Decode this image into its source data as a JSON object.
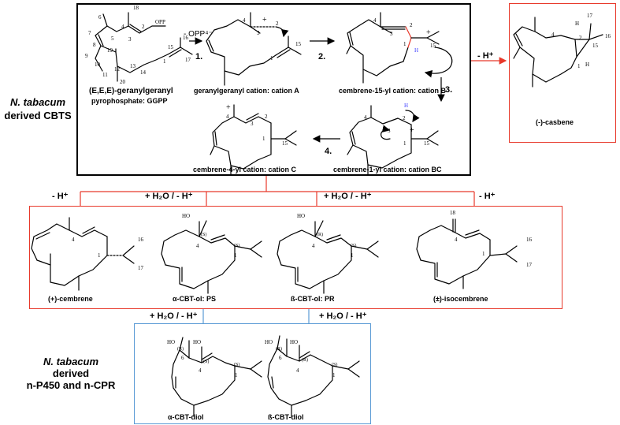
{
  "left_labels": {
    "cbts_species": "N. tabacum",
    "cbts_suffix": "derived CBTS",
    "p450_species": "N. tabacum",
    "p450_line1": "derived",
    "p450_line2": "n-P450 and n-CPR"
  },
  "top_box": {
    "ggpp_line1": "(E,E,E)-geranylgeranyl",
    "ggpp_line2": "pyrophosphate: GGPP",
    "cation_a": "geranylgeranyl cation: cation A",
    "cation_b": "cembrene-15-yl cation: cation B",
    "cation_c": "cembrene-4-yl cation: cation C",
    "cation_bc": "cembrene-1-yl cation: cation BC",
    "step1": "1.",
    "step2": "2.",
    "step3": "3.",
    "step4": "4.",
    "opp_leaving": "- OPP⁴⁻"
  },
  "casbene_box": {
    "reagent": "- H⁺",
    "name": "(-)-casbene"
  },
  "branch_labels": {
    "b1": "- H⁺",
    "b2": "+ H₂O / - H⁺",
    "b3": "+ H₂O / - H⁺",
    "b4": "- H⁺"
  },
  "products": {
    "p1": "(+)-cembrene",
    "p2": "α-CBT-ol: PS",
    "p3": "ß-CBT-ol: PR",
    "p4": "(±)-isocembrene"
  },
  "diol_labels": {
    "r1": "+ H₂O / - H⁺",
    "r2": "+ H₂O / - H⁺"
  },
  "diols": {
    "d1": "α-CBT-diol",
    "d2": "ß-CBT-diol"
  },
  "atoms": {
    "opp": "OPP",
    "ho": "HO",
    "h": "H",
    "plus": "+",
    "s": "(S)",
    "r": "(R)",
    "n1": "1",
    "n2": "2",
    "n3": "3",
    "n4": "4",
    "n5": "5",
    "n6": "6",
    "n7": "7",
    "n8": "8",
    "n9": "9",
    "n10": "10",
    "n11": "11",
    "n12": "12",
    "n13": "13",
    "n14": "14",
    "n15": "15",
    "n16": "16",
    "n17": "17",
    "n18": "18",
    "n19": "19",
    "n20": "20"
  },
  "colors": {
    "red_box": "#e8392b",
    "blue_box": "#5b9bd5",
    "arrow": "#000000",
    "highlight_bond": "#e8392b",
    "hydrogen": "#3a3aff"
  }
}
